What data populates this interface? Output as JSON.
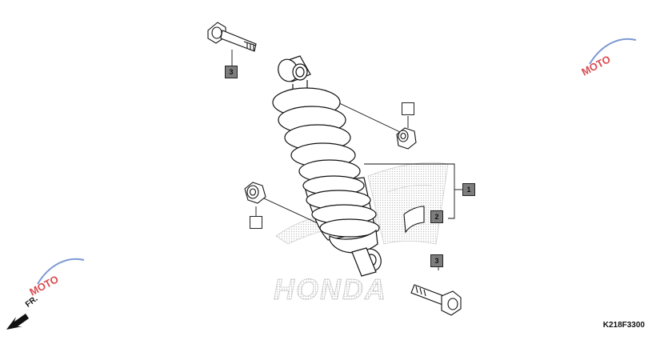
{
  "callouts": {
    "bolt_top": "3",
    "shock_assembly": "1",
    "cover": "2",
    "bolt_bottom": "3",
    "nut_right": "",
    "nut_left": ""
  },
  "brand_watermark": "HONDA",
  "moto_watermark": "MOTO",
  "reference_code": "K218F3300",
  "direction_label": "FR.",
  "colors": {
    "line": "#111111",
    "callout_fill": "#7d7d7d",
    "watermark": "#d9d9d9",
    "moto_red": "#d21f26"
  }
}
